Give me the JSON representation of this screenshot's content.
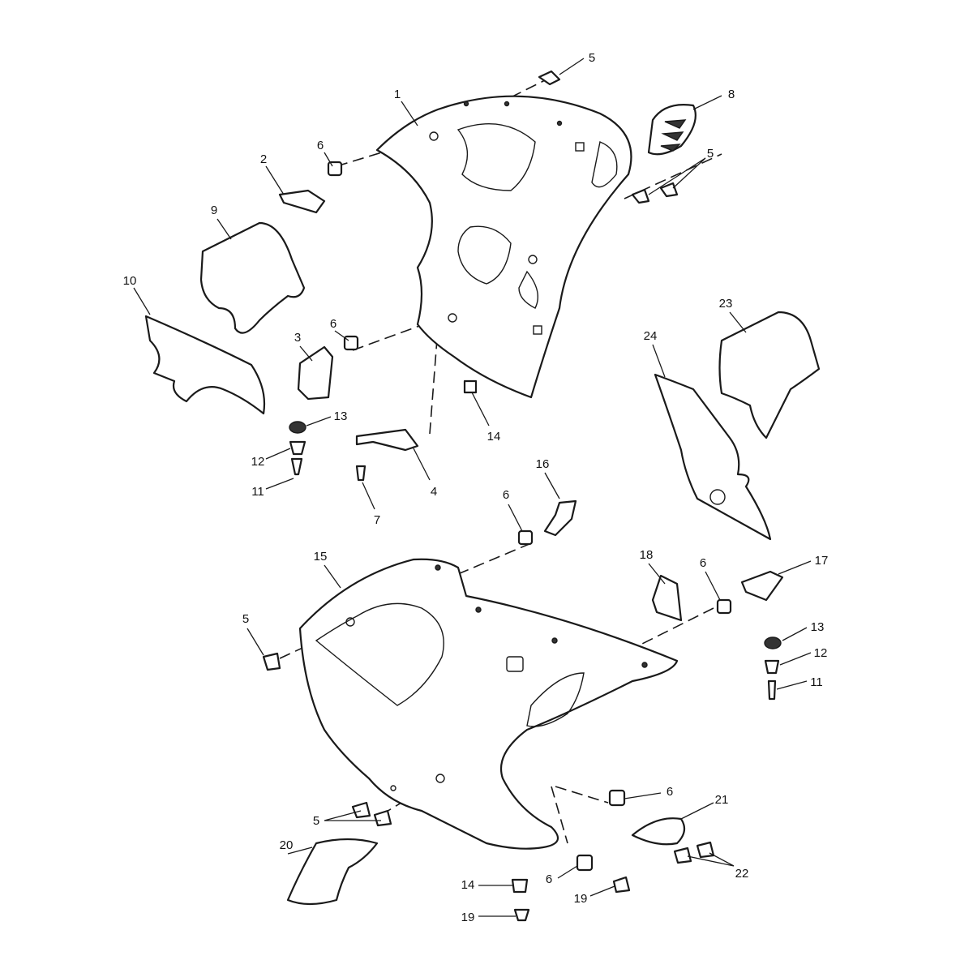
{
  "diagram": {
    "type": "exploded parts diagram",
    "callouts": [
      "5",
      "1",
      "8",
      "6",
      "2",
      "5",
      "9",
      "10",
      "23",
      "24",
      "3",
      "6",
      "13",
      "14",
      "12",
      "11",
      "4",
      "7",
      "16",
      "6",
      "15",
      "18",
      "6",
      "17",
      "5",
      "13",
      "12",
      "11",
      "6",
      "21",
      "5",
      "20",
      "14",
      "6",
      "19",
      "22",
      "19"
    ]
  }
}
